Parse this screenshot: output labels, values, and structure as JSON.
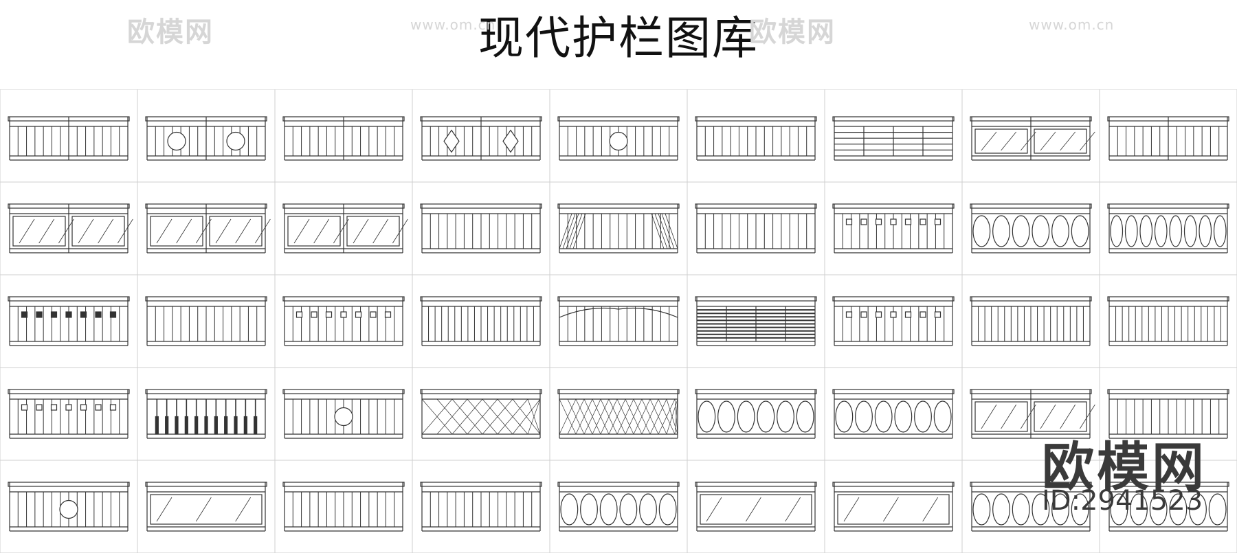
{
  "title": "现代护栏图库",
  "watermark": {
    "brand_cn": "欧模网",
    "url": "www.om.cn"
  },
  "brand": {
    "logo_text": "欧模网",
    "id_text": "ID:2941523"
  },
  "grid": {
    "rows": 5,
    "cols": 9,
    "line_color": "#cfcfcf",
    "stroke_color": "#333333",
    "patterns": [
      "vertical-bars",
      "medallion-bars",
      "bars-with-box",
      "diamond-bars",
      "ornate-center",
      "thin-posts",
      "horizontal-rails",
      "glass-panels",
      "window-bars",
      "glass-panels",
      "glass-transom",
      "glass-boxed",
      "plain-bars",
      "diagonal-ends",
      "ornament-ends",
      "ornament-row",
      "oval-loops",
      "circle-loops",
      "dotted-bars",
      "key-pattern",
      "square-bars",
      "thin-bars",
      "arched-top",
      "dense-horizontal",
      "square-ornaments",
      "thin-bars",
      "thin-bars",
      "bead-bars",
      "black-pickets",
      "framed-ornament",
      "lattice",
      "lattice-dense",
      "capsule-bars",
      "capsule-bars",
      "glass-panels",
      "stepped-frame",
      "circle-panel",
      "glass-posts",
      "paired-bars",
      "baluster-bars",
      "oval-arches",
      "floral-glass",
      "double-frame",
      "capsule-bars",
      "capsule-bars"
    ]
  }
}
